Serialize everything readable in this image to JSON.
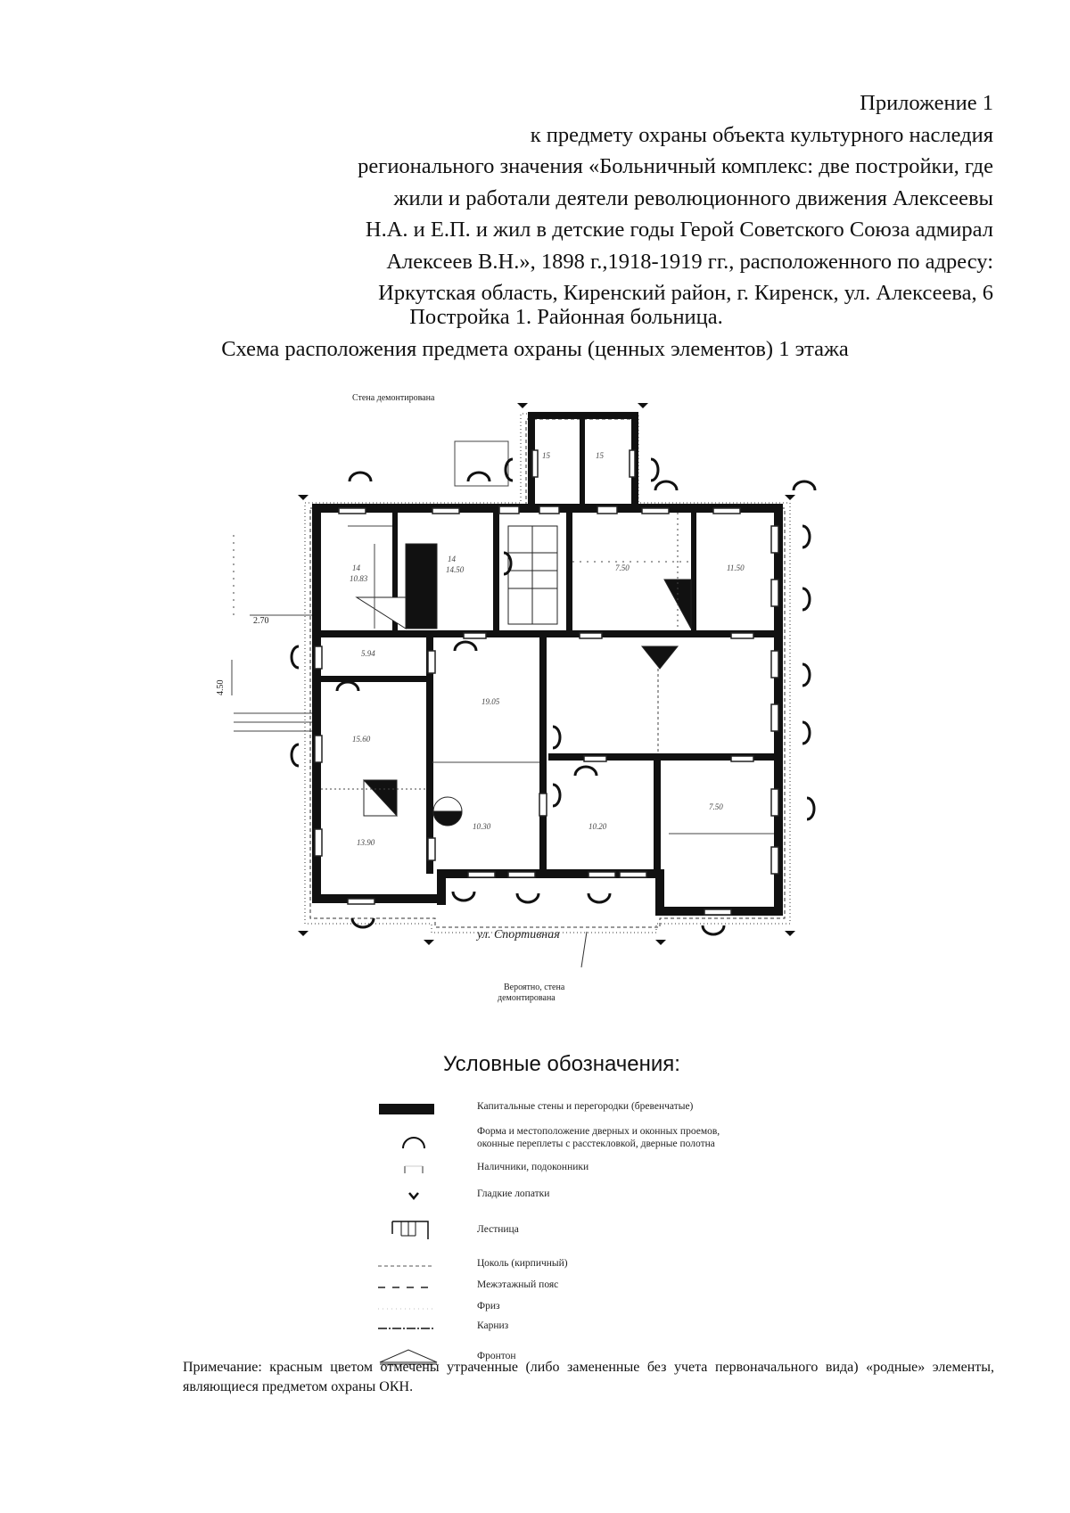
{
  "header": {
    "lines": [
      "Приложение 1",
      "к предмету охраны объекта культурного наследия",
      "регионального значения «Больничный комплекс: две постройки, где",
      "жили и работали деятели революционного движения Алексеевы",
      "Н.А. и Е.П. и жил в детские годы Герой Советского Союза адмирал",
      "Алексеев В.Н.», 1898 г.,1918-1919 гг., расположенного по адресу:",
      "Иркутская область, Киренский район, г. Киренск, ул. Алексеева, 6"
    ]
  },
  "titles": {
    "line1": "Постройка 1. Районная больница.",
    "line2": "Схема расположения предмета охраны (ценных элементов) 1 этажа"
  },
  "plan": {
    "note_top": "Стена демонтирована",
    "note_bottom_1": "Вероятно, стена",
    "note_bottom_2": "демонтирована",
    "street": "ул. Спортивная",
    "dim_left_1": "2.70",
    "dim_left_2": "4.50"
  },
  "legend": {
    "title": "Условные обозначения:",
    "items": [
      {
        "label": "Капитальные стены и перегородки (бревенчатые)"
      },
      {
        "label": "Форма и местоположение дверных и оконных проемов,",
        "label2": "оконные переплеты с расстекловкой, дверные полотна"
      },
      {
        "label": "Наличники, подоконники"
      },
      {
        "label": "Гладкие лопатки"
      },
      {
        "label": "Лестница"
      },
      {
        "label": "Цоколь (кирпичный)"
      },
      {
        "label": "Межэтажный пояс"
      },
      {
        "label": "Фриз"
      },
      {
        "label": "Карниз"
      },
      {
        "label": "Фронтон"
      }
    ]
  },
  "note": "Примечание: красным цветом отмечены утраченные (либо замененные без учета первоначального вида) «родные» элементы, являющиеся предметом охраны ОКН."
}
